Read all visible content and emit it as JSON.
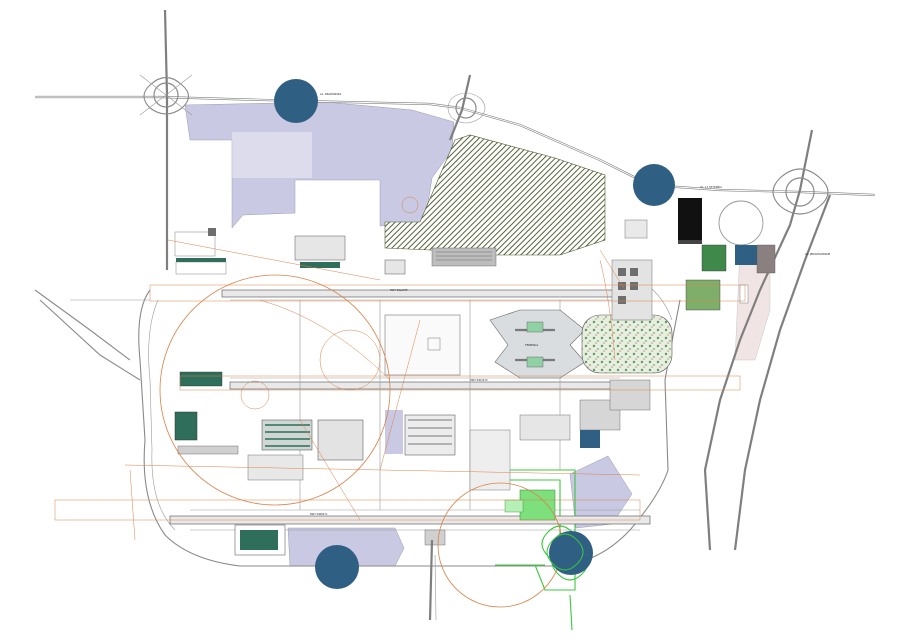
{
  "colors": {
    "background": "#ffffff",
    "lavender_zone": "#c9c9e3",
    "marker_circle": "#2f5f82",
    "hatch_zone": "#4b5a2a",
    "road": "#8a8a8a",
    "orange_lines": "#d9824a",
    "green_lines": "#3cc83c",
    "teal_building": "#2e6e5a",
    "black_block": "#111111",
    "green_block": "#3f8a4a"
  },
  "icons": {
    "marker": "circle-marker-icon",
    "interchange": "cloverleaf-interchange-icon"
  },
  "labels": {
    "runway_north": "RWY 09L/27R",
    "runway_center": "RWY 09C/27C",
    "runway_south": "RWY 09R/27L",
    "road_north": "AL. KRAKOWSKA",
    "road_east": "UL. 17 STYCZNIA",
    "road_east_2": "AL. JEROZOLIMSKIE",
    "terminal": "TERMINAL"
  }
}
